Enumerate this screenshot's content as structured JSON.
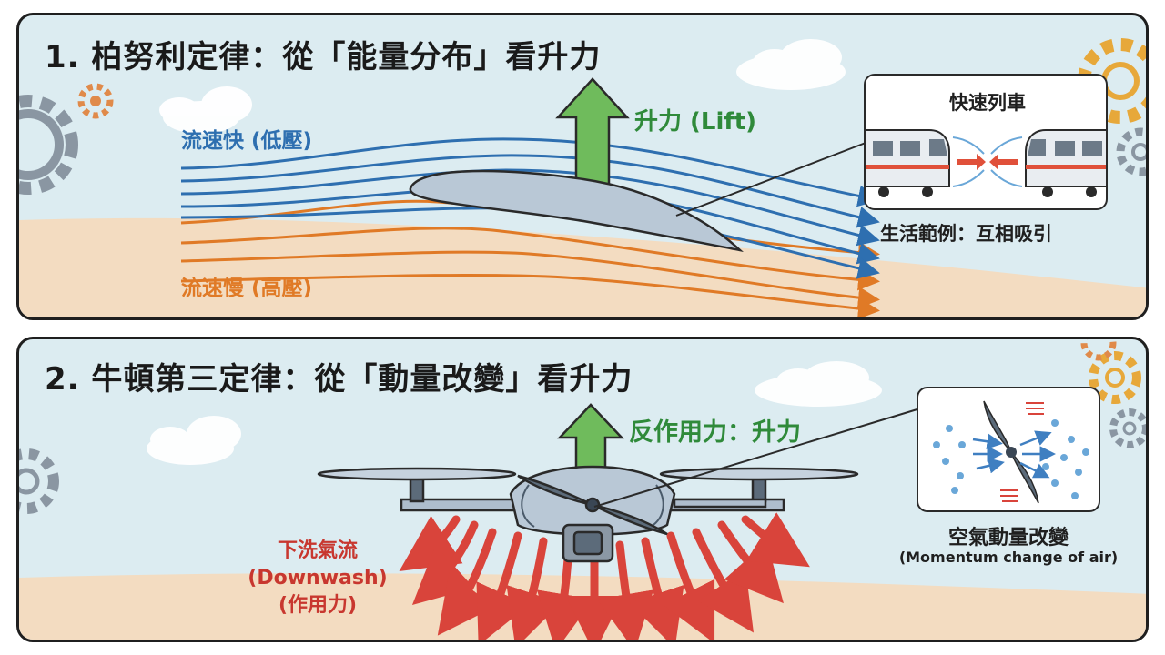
{
  "panel1": {
    "title": "1. 柏努利定律：從「能量分布」看升力",
    "label_fast": "流速快 (低壓)",
    "label_slow": "流速慢 (高壓)",
    "label_lift": "升力 (Lift)",
    "inset_title": "快速列車",
    "inset_caption": "生活範例：互相吸引"
  },
  "panel2": {
    "title": "2. 牛頓第三定律：從「動量改變」看升力",
    "label_reaction": "反作用力：升力",
    "downwash_line1": "下洗氣流",
    "downwash_line2": "(Downwash)",
    "downwash_line3": "(作用力)",
    "inset_caption_zh": "空氣動量改變",
    "inset_caption_en": "(Momentum change of air)"
  },
  "colors": {
    "sky": "#dcecf1",
    "ground": "#f3dcc1",
    "fast_flow": "#2e6fb0",
    "slow_flow": "#e07a26",
    "lift_arrow": "#6fbb5c",
    "downwash": "#d9443b",
    "wing": "#b9c8d6"
  },
  "icons": [
    "gear-icon",
    "cloud-icon",
    "train-icon",
    "propeller-icon",
    "drone-icon"
  ]
}
